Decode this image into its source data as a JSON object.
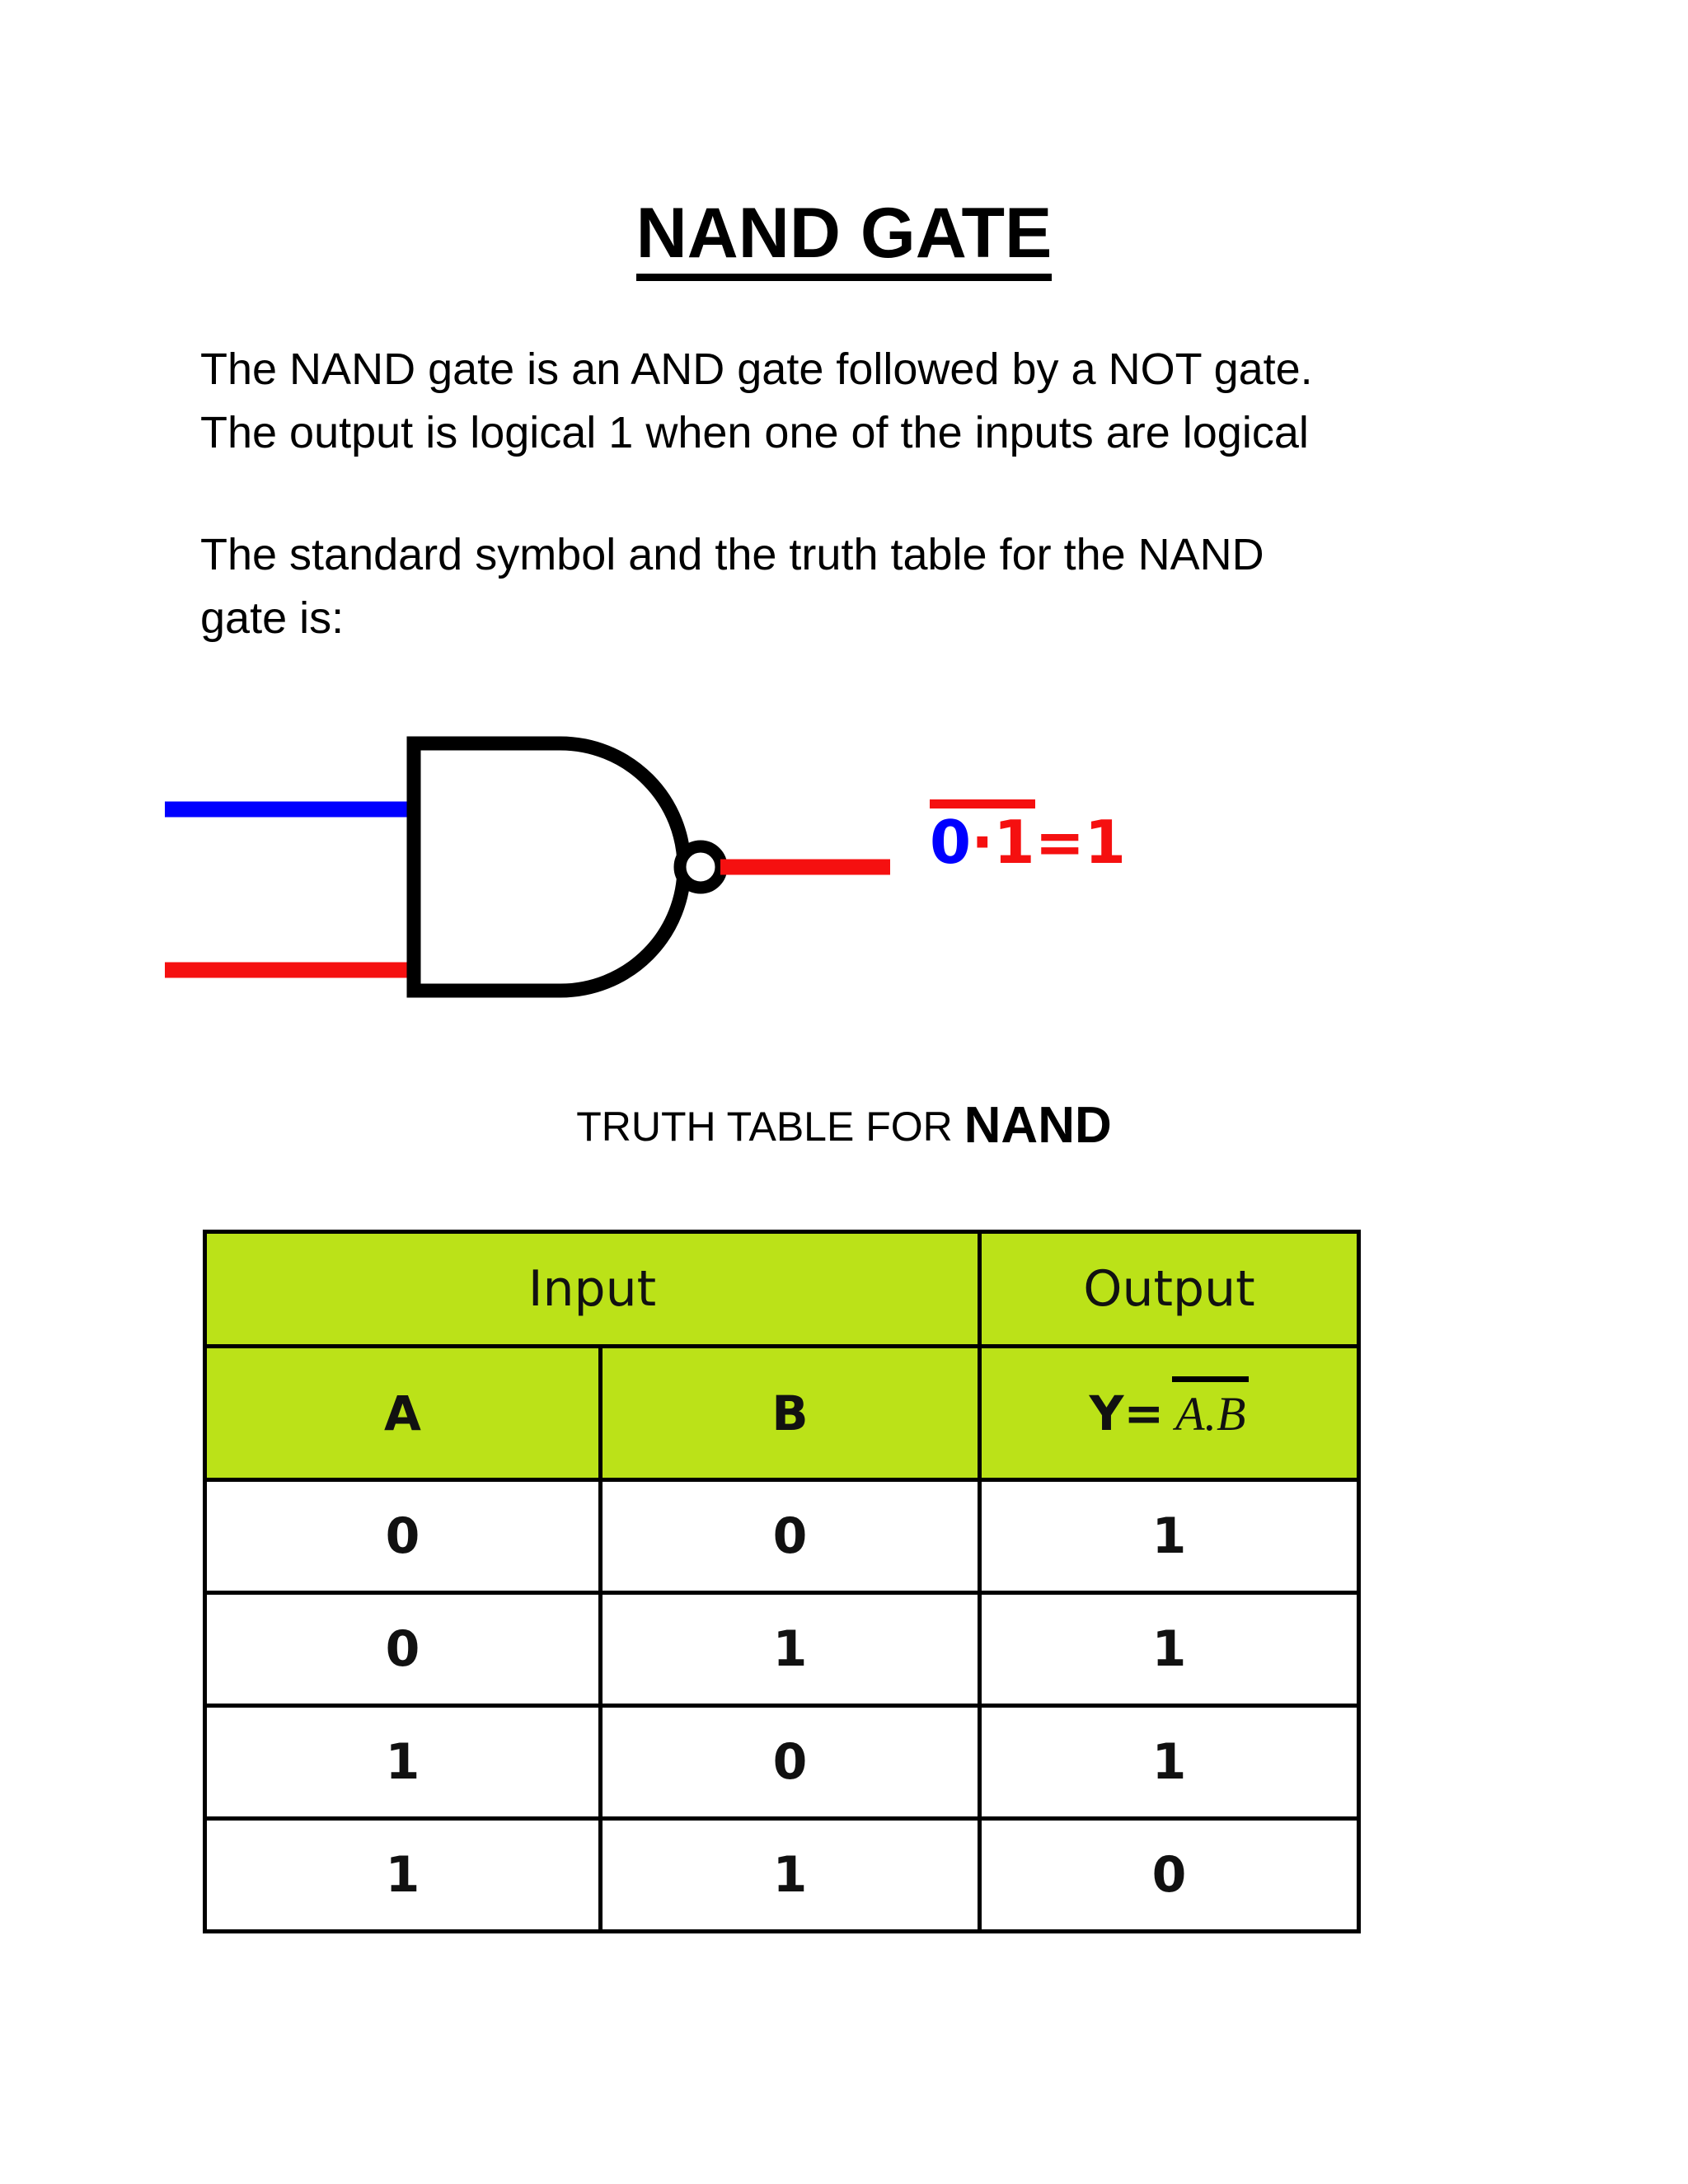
{
  "document": {
    "title": "NAND GATE",
    "paragraph_1_line_1": "The NAND gate is an AND gate followed by a NOT gate.",
    "paragraph_1_line_2": "The output is logical 1 when one of the inputs are logical",
    "paragraph_2_line_1": "The standard symbol and the truth table for the NAND",
    "paragraph_2_line_2": "gate is:"
  },
  "diagram": {
    "gate_type": "NAND",
    "input_a_color": "#0000ff",
    "input_b_color": "#f51010",
    "output_color": "#f51010",
    "body_color": "#000000",
    "equation": {
      "operand_a": "0",
      "operator": "·",
      "operand_b": "1",
      "equals": "=",
      "result": "1",
      "overbar": true,
      "operand_a_color": "#0000ff",
      "rest_color": "#f51010"
    }
  },
  "truth_table": {
    "caption_prefix": "TRUTH TABLE FOR ",
    "caption_strong": "NAND",
    "header_background": "#bbe218",
    "group_headers": {
      "input": "Input",
      "output": "Output"
    },
    "column_headers": {
      "a": "A",
      "b": "B",
      "y_label": "Y=",
      "y_expr": "A.B",
      "y_expr_overbar": true
    },
    "rows": [
      {
        "a": "0",
        "b": "0",
        "y": "1"
      },
      {
        "a": "0",
        "b": "1",
        "y": "1"
      },
      {
        "a": "1",
        "b": "0",
        "y": "1"
      },
      {
        "a": "1",
        "b": "1",
        "y": "0"
      }
    ]
  }
}
